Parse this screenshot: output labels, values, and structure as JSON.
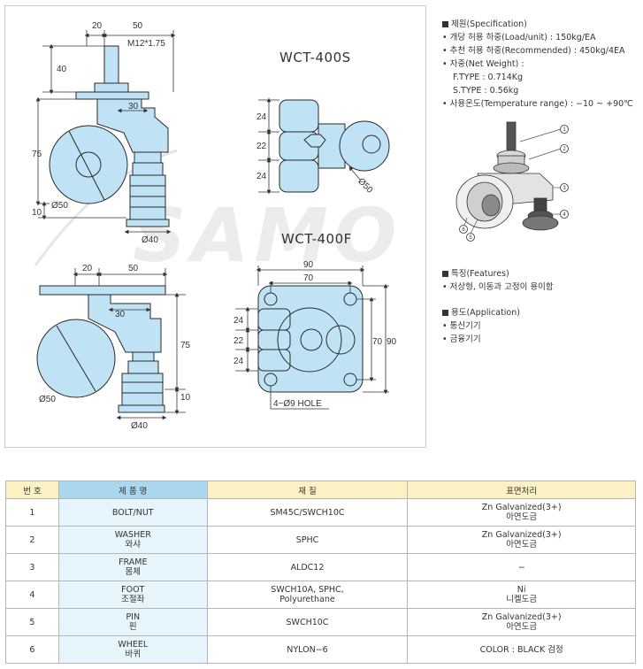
{
  "models": {
    "upper": "WCT-400S",
    "lower": "WCT-400F"
  },
  "watermark": "SAMO",
  "dimensions": {
    "upper_side": {
      "top_20": "20",
      "top_50": "50",
      "thread": "M12*1.75",
      "left_40": "40",
      "mid_30": "30",
      "left_75": "75",
      "wheel_dia": "Ø50",
      "left_10": "10",
      "foot_dia": "Ø40"
    },
    "upper_top": {
      "d24a": "24",
      "d22": "22",
      "d24b": "24",
      "wheel_dia": "Ø50"
    },
    "lower_side": {
      "top_20": "20",
      "top_50": "50",
      "mid_30": "30",
      "right_75": "75",
      "right_10": "10",
      "wheel_dia": "Ø50",
      "foot_dia": "Ø40"
    },
    "lower_top": {
      "w90": "90",
      "w70": "70",
      "d24a": "24",
      "d22": "22",
      "d24b": "24",
      "h70": "70",
      "h90": "90",
      "hole": "4−Ø9 HOLE"
    }
  },
  "spec": {
    "title": "제원(Specification)",
    "lines": [
      "• 개당 허용 하중(Load/unit) : 150kg/EA",
      "• 추천 허용 하중(Recommended) : 450kg/4EA",
      "• 자중(Net Weight) :"
    ],
    "weights": [
      "F.TYPE : 0.714Kg",
      "S.TYPE : 0.56kg"
    ],
    "temp": "• 사용온도(Temperature range) : −10 ~ +90℃"
  },
  "callouts": [
    "1",
    "2",
    "3",
    "4",
    "5",
    "6"
  ],
  "features": {
    "title": "특징(Features)",
    "items": [
      "• 저상형, 이동과 고정이 용이함"
    ]
  },
  "applications": {
    "title": "용도(Application)",
    "items": [
      "• 통신기기",
      "• 금융기기"
    ]
  },
  "table": {
    "headers": [
      "번 호",
      "제 품 명",
      "재 질",
      "표면처리"
    ],
    "rows": [
      {
        "no": "1",
        "name": [
          "BOLT/NUT"
        ],
        "material": [
          "SM45C/SWCH10C"
        ],
        "finish": [
          "Zn Galvanized(3+)",
          "아연도금"
        ]
      },
      {
        "no": "2",
        "name": [
          "WASHER",
          "와샤"
        ],
        "material": [
          "SPHC"
        ],
        "finish": [
          "Zn Galvanized(3+)",
          "아연도금"
        ]
      },
      {
        "no": "3",
        "name": [
          "FRAME",
          "몸체"
        ],
        "material": [
          "ALDC12"
        ],
        "finish": [
          "−"
        ]
      },
      {
        "no": "4",
        "name": [
          "FOOT",
          "조절좌"
        ],
        "material": [
          "SWCH10A, SPHC,",
          "Polyurethane"
        ],
        "finish": [
          "Ni",
          "니켈도금"
        ]
      },
      {
        "no": "5",
        "name": [
          "PIN",
          "핀"
        ],
        "material": [
          "SWCH10C"
        ],
        "finish": [
          "Zn Galvanized(3+)",
          "아연도금"
        ]
      },
      {
        "no": "6",
        "name": [
          "WHEEL",
          "바퀴"
        ],
        "material": [
          "NYLON−6"
        ],
        "finish": [
          "COLOR : BLACK 검정"
        ]
      }
    ]
  },
  "colors": {
    "part_fill": "#bfe3f4",
    "line": "#2a2a2a",
    "table_header": "#fbf1c2",
    "name_header": "#a9d8ee",
    "name_cell": "#e6f4fb"
  }
}
